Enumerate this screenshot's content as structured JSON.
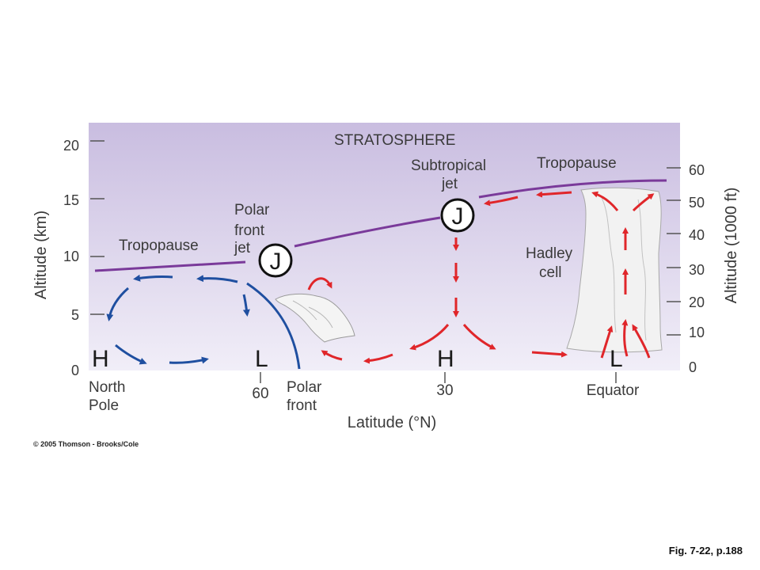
{
  "regions": {
    "stratosphere": "STRATOSPHERE"
  },
  "labels": {
    "tropopause_left": "Tropopause",
    "tropopause_right": "Tropopause",
    "polar_front_jet": [
      "Polar",
      "front",
      "jet"
    ],
    "subtropical_jet": [
      "Subtropical",
      "jet"
    ],
    "hadley_cell": [
      "Hadley",
      "cell"
    ],
    "jet_marker": "J"
  },
  "pressure": {
    "high": "H",
    "low": "L"
  },
  "left_axis": {
    "title": "Altitude (km)",
    "ticks": [
      "20",
      "15",
      "10",
      "5",
      "0"
    ]
  },
  "right_axis": {
    "title": "Altitude (1000 ft)",
    "ticks": [
      "60",
      "50",
      "40",
      "30",
      "20",
      "10",
      "0"
    ]
  },
  "bottom_axis": {
    "title": "Latitude (°N)",
    "north_pole": [
      "North",
      "Pole"
    ],
    "lat_60": "60",
    "polar_front": [
      "Polar",
      "front"
    ],
    "lat_30": "30",
    "equator": "Equator"
  },
  "colors": {
    "sky_top": "#c9bde0",
    "sky_bottom": "#ede9f6",
    "tropopause": "#7a3a9a",
    "polar_cell": "#1f4fa0",
    "hadley": "#e0262a"
  },
  "footer": {
    "copyright": "© 2005 Thomson - Brooks/Cole",
    "figure_ref": "Fig. 7-22, p.188"
  }
}
